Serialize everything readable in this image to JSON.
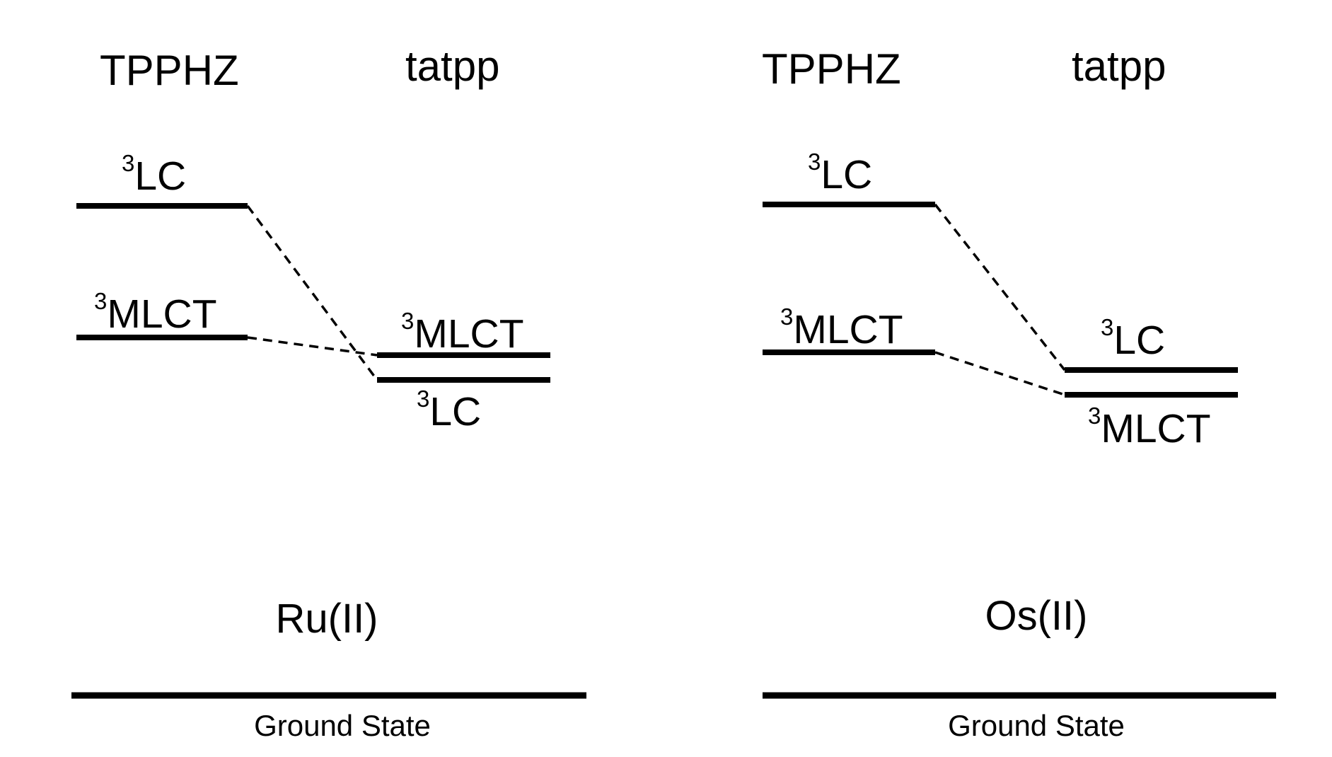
{
  "panels": [
    {
      "metal": "Ru(II)",
      "ground_state": "Ground State",
      "columns": {
        "left": "TPPHZ",
        "right": "tatpp"
      },
      "levels": {
        "left_lc": {
          "sup": "3",
          "name": "LC"
        },
        "left_mlct": {
          "sup": "3",
          "name": "MLCT"
        },
        "right_mlct": {
          "sup": "3",
          "name": "MLCT"
        },
        "right_lc": {
          "sup": "3",
          "name": "LC"
        }
      }
    },
    {
      "metal": "Os(II)",
      "ground_state": "Ground State",
      "columns": {
        "left": "TPPHZ",
        "right": "tatpp"
      },
      "levels": {
        "left_lc": {
          "sup": "3",
          "name": "LC"
        },
        "left_mlct": {
          "sup": "3",
          "name": "MLCT"
        },
        "right_lc": {
          "sup": "3",
          "name": "LC"
        },
        "right_mlct": {
          "sup": "3",
          "name": "MLCT"
        }
      }
    }
  ],
  "colors": {
    "line": "#000000",
    "background": "#ffffff"
  }
}
